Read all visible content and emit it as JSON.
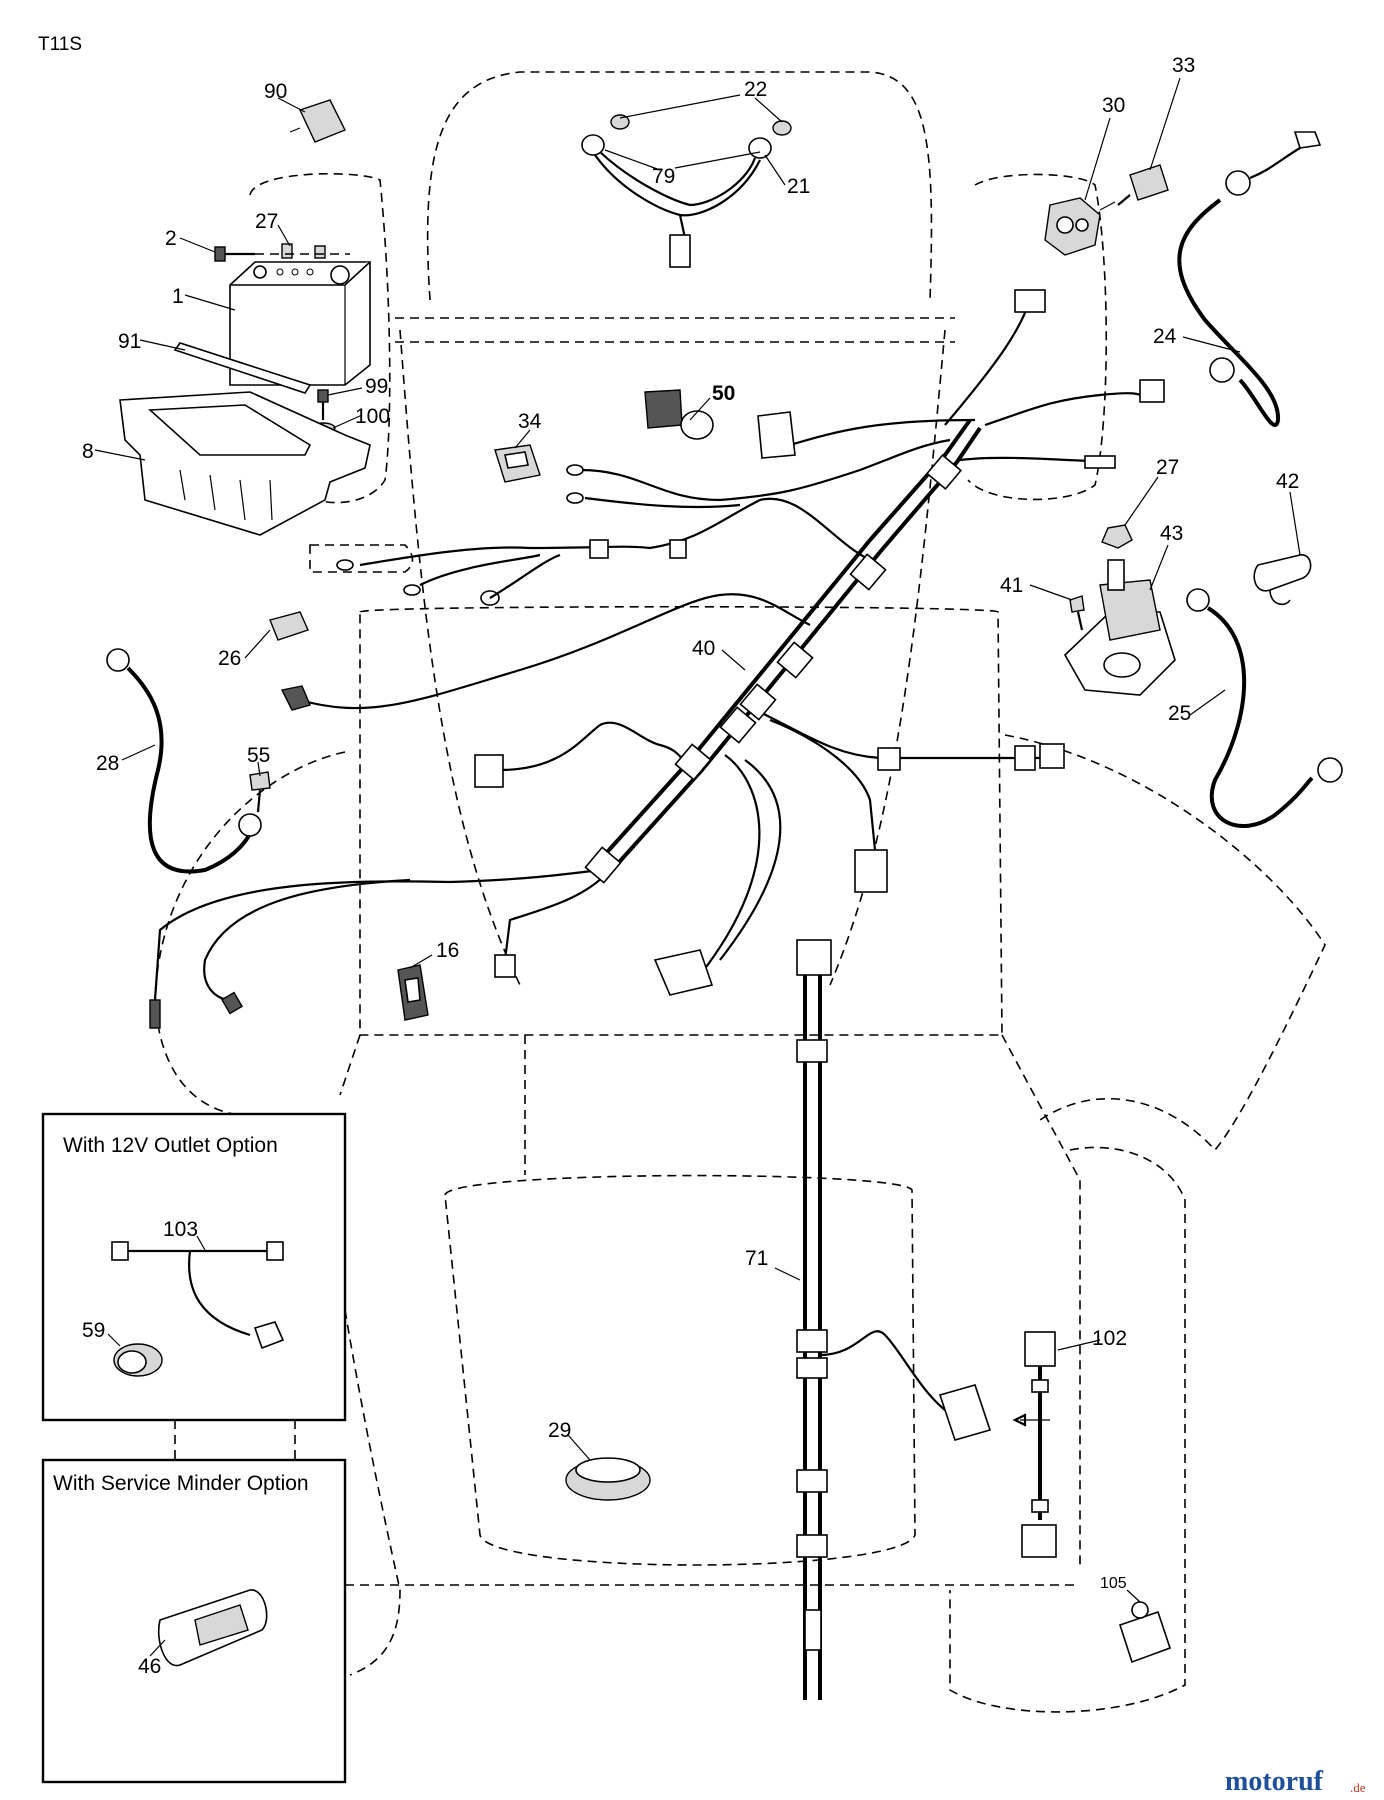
{
  "page_code": "T11S",
  "callouts": [
    "90",
    "2",
    "27",
    "1",
    "91",
    "99",
    "100",
    "8",
    "22",
    "79",
    "21",
    "30",
    "33",
    "24",
    "50",
    "34",
    "27",
    "42",
    "43",
    "41",
    "25",
    "26",
    "40",
    "28",
    "55",
    "16",
    "71",
    "102",
    "29",
    "105",
    "103",
    "59",
    "46"
  ],
  "options": {
    "outlet": {
      "title": "With 12V Outlet Option"
    },
    "service_minder": {
      "title": "With Service Minder Option"
    }
  },
  "watermark": {
    "brand": "motoruf",
    "suffix": ".de",
    "brand_color": "#1f4e9a",
    "accent_color": "#c0392b"
  }
}
